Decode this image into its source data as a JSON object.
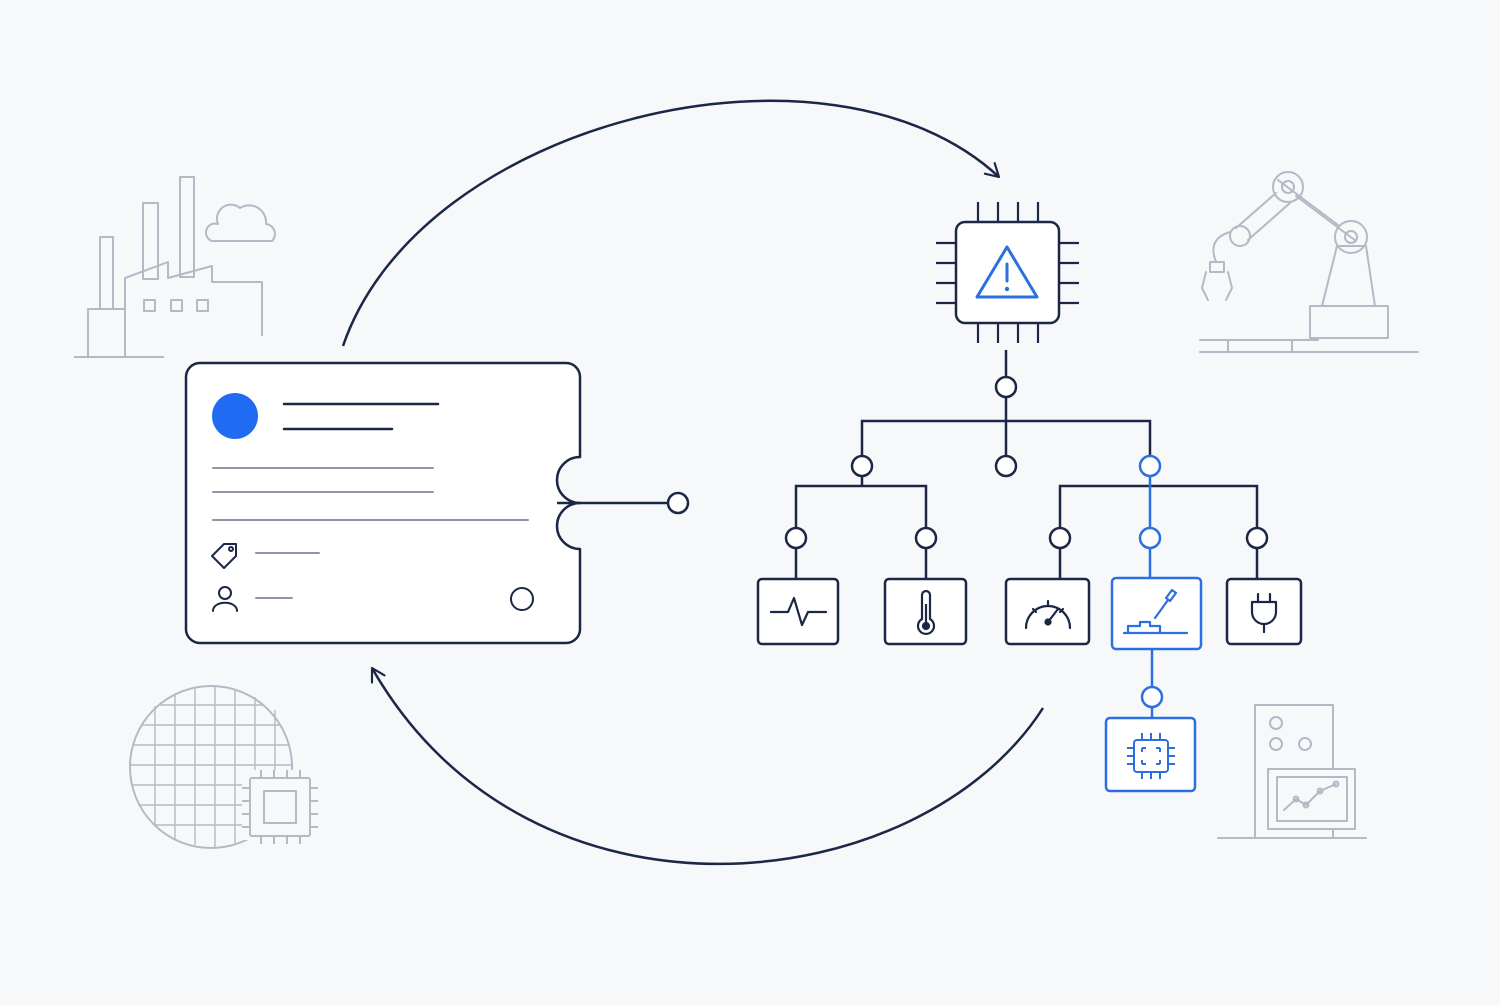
{
  "diagram": {
    "colors": {
      "background": "#f7f8fa",
      "ink": "#1b2745",
      "accent": "#2b6fe0",
      "accent_fill": "#1f6bf2",
      "muted": "#b4b9c6"
    },
    "left_card": {
      "icons": [
        "avatar-dot",
        "tag-icon",
        "user-icon",
        "status-circle"
      ]
    },
    "root_node": {
      "icon": "warning-icon",
      "frame": "chip"
    },
    "leaf_nodes": [
      {
        "id": "waveform",
        "icon": "waveform-icon",
        "highlighted": false
      },
      {
        "id": "thermometer",
        "icon": "thermometer-icon",
        "highlighted": false
      },
      {
        "id": "gauge",
        "icon": "gauge-icon",
        "highlighted": false
      },
      {
        "id": "soldering",
        "icon": "soldering-icon",
        "highlighted": true
      },
      {
        "id": "plug",
        "icon": "plug-icon",
        "highlighted": false
      }
    ],
    "sub_leaf": {
      "icon": "chip-icon",
      "highlighted": true
    },
    "decor": [
      "factory-illustration",
      "robot-arm-illustration",
      "wafer-illustration",
      "instrument-panel-illustration"
    ]
  }
}
